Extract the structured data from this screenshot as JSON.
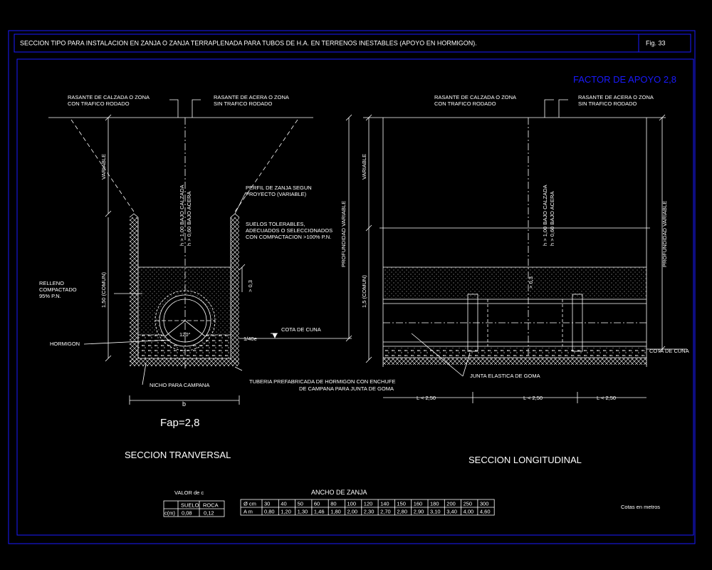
{
  "header": {
    "title": "SECCION TIPO PARA INSTALACION EN ZANJA O ZANJA TERRAPLENADA PARA TUBOS DE H.A.  EN TERRENOS INESTABLES (APOYO EN HORMIGON).",
    "fig": "Fig. 33"
  },
  "factor": "FACTOR DE APOYO 2,8",
  "colors": {
    "frame": "#1a1aff",
    "lines": "#ffffff",
    "factor_text": "#1a1aff",
    "background": "#000000"
  },
  "transversal": {
    "rasante_calzada_1": "RASANTE DE CALZADA O ZONA",
    "rasante_calzada_2": "CON TRAFICO RODADO",
    "rasante_acera_1": "RASANTE DE ACERA O ZONA",
    "rasante_acera_2": "SIN TRAFICO RODADO",
    "variable": "VARIABLE",
    "h1": "h > 1,00 BAJO CALZADA",
    "h2": "h > 0,60 BAJO ACERA",
    "perfil_1": "PERFIL DE ZANJA SEGUN",
    "perfil_2": "PROYECTO (VARIABLE)",
    "suelos_1": "SUELOS TOLERABLES,",
    "suelos_2": "ADECUADOS O SELECCIONADOS",
    "suelos_3": "CON COMPACTACION >100% P.N.",
    "profundidad": "PROFUNDIDAD VARIABLE",
    "relleno_1": "RELLENO",
    "relleno_2": "COMPACTADO",
    "relleno_3": "95% P.N.",
    "comun": "1,50 (COMUN)",
    "dim_03": "> 0,3",
    "angle": "120°",
    "cota": "COTA DE CUNA",
    "d40": "1/40e",
    "hormigon": "HORMIGON",
    "tuberia_1": "TUBERIA PREFABRICADA DE HORMIGON CON ENCHUFE",
    "tuberia_2": "DE CAMPANA PARA JUNTA DE GOMA",
    "nicho": "NICHO PARA CAMPANA",
    "b": "b",
    "fap": "Fap=2,8",
    "title": "SECCION TRANVERSAL"
  },
  "longitudinal": {
    "rasante_calzada_1": "RASANTE DE CALZADA O ZONA",
    "rasante_calzada_2": "CON TRAFICO RODADO",
    "rasante_acera_1": "RASANTE DE ACERA O ZONA",
    "rasante_acera_2": "SIN TRAFICO RODADO",
    "variable": "VARIABLE",
    "h1": "h > 1,00 BAJO CALZADA",
    "h2": "h > 0,60 BAJO ACERA",
    "profundidad": "PROFUNDIDAD VARIABLE",
    "comun": "1,5 (COMUN)",
    "dim_03": "> 0,3",
    "cota": "COTA DE CUNA",
    "junta": "JUNTA ELASTICA DE GOMA",
    "l1": "L < 2,50",
    "l2": "L < 2,50",
    "l3": "L < 2,50",
    "title": "SECCION LONGITUDINAL"
  },
  "valor_c": {
    "title": "VALOR de c",
    "headers": [
      "SUELO",
      "ROCA"
    ],
    "row_label": "c(m)",
    "values": [
      "0,08",
      "0,12"
    ]
  },
  "ancho": {
    "title": "ANCHO DE ZANJA",
    "row1_label": "Ø cm",
    "row2_label": "A m",
    "diam": [
      "30",
      "40",
      "50",
      "60",
      "80",
      "100",
      "120",
      "140",
      "150",
      "160",
      "180",
      "200",
      "250",
      "300"
    ],
    "width": [
      "0,80",
      "1,20",
      "1,30",
      "1,46",
      "1,80",
      "2,00",
      "2,30",
      "2,70",
      "2,80",
      "2,90",
      "3,10",
      "3,40",
      "4,00",
      "4,60"
    ]
  },
  "cotas": "Cotas en metros"
}
